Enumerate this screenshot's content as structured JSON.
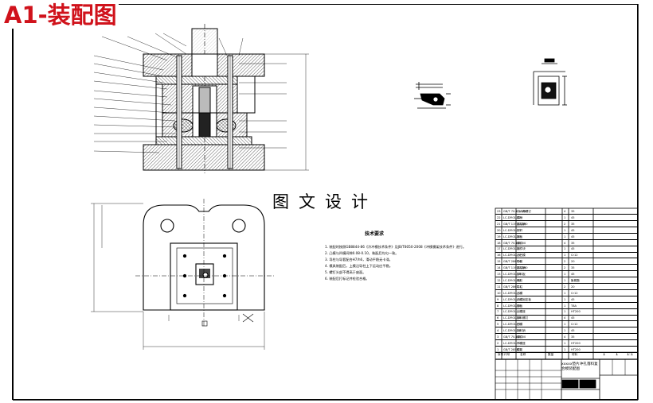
{
  "title_tag": "A1-装配图",
  "watermark": "图文设计",
  "tech_requirements": {
    "title": "技术要求",
    "lines": [
      "1. 装配时按照GB8844-86《冷冲模技术条件》及JB/T8050-2008《冲模模架技术条件》进行。",
      "2. 凸模与凹模间隙0.08-0.10，装配后均匀一致。",
      "3. 导柱与导套配合H7/h6，滑动平稳无卡滞。",
      "4. 模具装配后，上模沿导柱上下运动应平稳。",
      "5. 螺钉头部不得高于座面。",
      "6. 装配后打标记并检验合格。"
    ]
  },
  "bom": {
    "rows": [
      {
        "no": "23",
        "code": "GB/T 70.1-2000",
        "name": "内六角螺钉",
        "qty": "4",
        "material": "35"
      },
      {
        "no": "22",
        "code": "LC-DP.01-22",
        "name": "模柄",
        "qty": "1",
        "material": "45"
      },
      {
        "no": "21",
        "code": "GB/T 119.1-2000",
        "name": "圆柱销",
        "qty": "2",
        "material": "35"
      },
      {
        "no": "20",
        "code": "LC-DP.01-20",
        "name": "打杆",
        "qty": "1",
        "material": "45"
      },
      {
        "no": "19",
        "code": "LC-DP.01-19",
        "name": "推板",
        "qty": "1",
        "material": "45"
      },
      {
        "no": "18",
        "code": "GB/T 70.1-2000",
        "name": "螺钉",
        "qty": "4",
        "material": "35"
      },
      {
        "no": "17",
        "code": "LC-DP.01-17",
        "name": "推件块",
        "qty": "1",
        "material": "45"
      },
      {
        "no": "16",
        "code": "LC-DP.01-16",
        "name": "凸凹模",
        "qty": "1",
        "material": "Cr12"
      },
      {
        "no": "15",
        "code": "GB/T 2861.6",
        "name": "导套",
        "qty": "2",
        "material": "20"
      },
      {
        "no": "14",
        "code": "GB/T 119.1-2000",
        "name": "圆柱销",
        "qty": "2",
        "material": "35"
      },
      {
        "no": "13",
        "code": "LC-DP.01-13",
        "name": "卸料板",
        "qty": "1",
        "material": "45"
      },
      {
        "no": "12",
        "code": "LC-DP.01-12",
        "name": "橡胶",
        "qty": "1",
        "material": "聚氨酯"
      },
      {
        "no": "11",
        "code": "GB/T 2861.1",
        "name": "导柱",
        "qty": "2",
        "material": "20"
      },
      {
        "no": "10",
        "code": "LC-DP.01-10",
        "name": "凸模",
        "qty": "1",
        "material": "Cr12"
      },
      {
        "no": "9",
        "code": "LC-DP.01-09",
        "name": "凸模固定板",
        "qty": "1",
        "material": "45"
      },
      {
        "no": "8",
        "code": "LC-DP.01-08",
        "name": "垫板",
        "qty": "1",
        "material": "T8A"
      },
      {
        "no": "7",
        "code": "LC-DP.01-07",
        "name": "上模座",
        "qty": "1",
        "material": "HT200"
      },
      {
        "no": "6",
        "code": "LC-DP.01-06",
        "name": "卸料螺钉",
        "qty": "4",
        "material": "45"
      },
      {
        "no": "5",
        "code": "LC-DP.01-05",
        "name": "凹模",
        "qty": "1",
        "material": "Cr12"
      },
      {
        "no": "4",
        "code": "LC-DP.01-04",
        "name": "挡料销",
        "qty": "1",
        "material": "45"
      },
      {
        "no": "3",
        "code": "GB/T 70.1-2000",
        "name": "螺钉",
        "qty": "4",
        "material": "35"
      },
      {
        "no": "2",
        "code": "LC-DP.01-02",
        "name": "下模座",
        "qty": "1",
        "material": "HT200"
      },
      {
        "no": "1",
        "code": "GB/T 2855.1",
        "name": "模架",
        "qty": "1",
        "material": "HT200"
      }
    ],
    "header": {
      "no": "序号",
      "code": "代号",
      "name": "名称",
      "qty": "数量",
      "material": "材料"
    },
    "caption": "xxxxx垫片冲孔落料复合模装配图",
    "sheet_marks": [
      "1",
      "1",
      "1:1"
    ]
  },
  "colors": {
    "title_red": "#d0121b",
    "line": "#000000",
    "hatch": "#333333"
  }
}
